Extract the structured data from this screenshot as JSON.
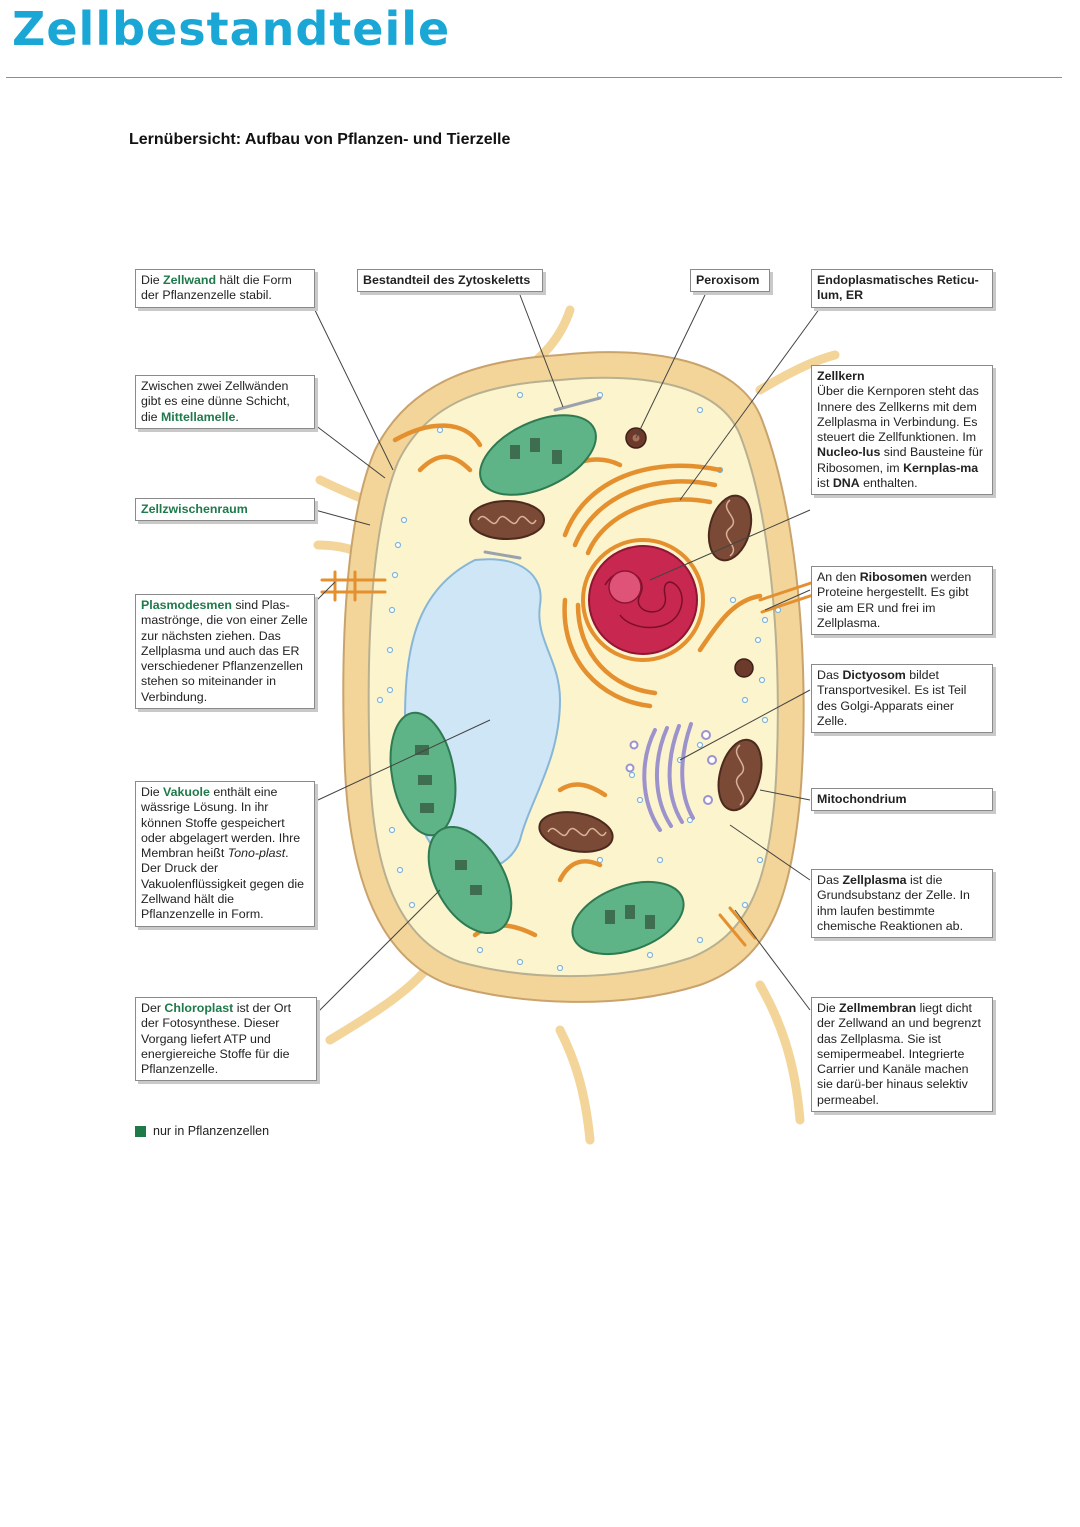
{
  "page": {
    "title": "Zellbestandteile",
    "subtitle": "Lernübersicht: Aufbau von Pflanzen- und Tierzelle"
  },
  "colors": {
    "title": "#1aa7d6",
    "plant_only": "#1f7a4a",
    "cell_wall": "#f3d59a",
    "cytoplasm": "#fcf4cc",
    "vacuole": "#cfe6f7",
    "chloroplast": "#5eb487",
    "mitochondrion": "#7a4a36",
    "nucleus": "#c8274f",
    "er": "#e4902f",
    "golgi": "#9d93cc"
  },
  "labels": {
    "zellwand": {
      "pre": "Die ",
      "term": "Zellwand",
      "post": " hält die Form der Pflanzenzelle stabil."
    },
    "zytoskelett": {
      "text": "Bestandteil des Zytoskeletts"
    },
    "peroxisom": {
      "text": "Peroxisom"
    },
    "er": {
      "text": "Endoplasmatisches Reticu-lum, ER"
    },
    "mittellamelle": {
      "pre": "Zwischen zwei Zellwänden gibt es eine dünne Schicht, die ",
      "term": "Mittellamelle",
      "post": "."
    },
    "zellkern": {
      "term": "Zellkern",
      "t1": "Über die Kernporen steht das Innere des Zellkerns mit dem Zellplasma in Verbindung. Es steuert die Zellfunktionen. Im ",
      "b1": "Nucleo-lus",
      "t2": " sind Bausteine für Ribosomen, im ",
      "b2": "Kernplas-ma",
      "t3": " ist ",
      "b3": "DNA",
      "t4": " enthalten."
    },
    "zellzwischenraum": {
      "term": "Zellzwischenraum"
    },
    "plasmodesmen": {
      "term": "Plasmodesmen",
      "post": " sind Plas-maströnge, die von einer Zelle zur nächsten ziehen. Das Zellplasma und auch das ER verschiedener Pflanzenzellen stehen so miteinander in Verbindung."
    },
    "ribosomen": {
      "pre": "An den ",
      "term": "Ribosomen",
      "post": " werden Proteine hergestellt. Es gibt sie am ER und frei im Zellplasma."
    },
    "dictyosom": {
      "pre": "Das ",
      "term": "Dictyosom",
      "post": " bildet Transportvesikel. Es ist Teil des Golgi-Apparats einer Zelle."
    },
    "vakuole": {
      "pre": "Die ",
      "term": "Vakuole",
      "t1": " enthält eine wässrige Lösung. In ihr können Stoffe gespeichert oder abgelagert werden. Ihre Membran heißt ",
      "it": "Tono-plast",
      "t2": ". Der Druck der Vakuolenflüssigkeit gegen die Zellwand hält die Pflanzenzelle in Form."
    },
    "mitochondrium": {
      "term": "Mitochondrium"
    },
    "zellplasma": {
      "pre": "Das ",
      "term": "Zellplasma",
      "post": " ist die Grundsubstanz der Zelle. In ihm laufen bestimmte chemische Reaktionen ab."
    },
    "chloroplast": {
      "pre": "Der ",
      "term": "Chloroplast",
      "post": " ist der Ort der Fotosynthese. Dieser Vorgang liefert ATP und energiereiche Stoffe für die Pflanzenzelle."
    },
    "zellmembran": {
      "pre": "Die ",
      "term": "Zellmembran",
      "post": " liegt dicht der Zellwand an und begrenzt das Zellplasma. Sie ist semipermeabel. Integrierte Carrier und Kanäle machen sie darü-ber hinaus selektiv permeabel."
    }
  },
  "legend": {
    "text": "nur in Pflanzenzellen"
  }
}
